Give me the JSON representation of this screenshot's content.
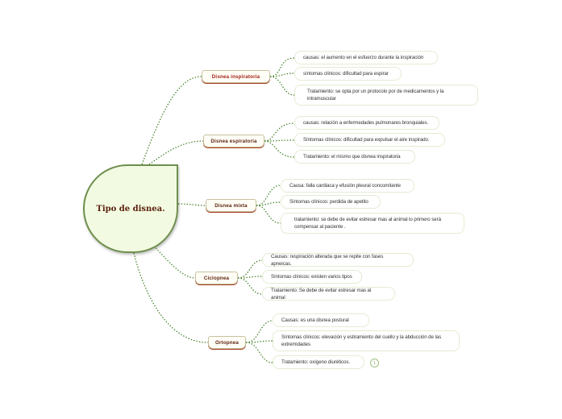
{
  "central": {
    "label": "Tipo de disnea."
  },
  "branches": [
    {
      "label": "Disnea inspiratoria",
      "leaves": [
        "causas: el aumento en el esfuerzo durante la inspiración",
        "síntomas clínicos: dificultad para espirar",
        "Tratamiento: se opta por un protocolo por de medicamentos y la intramuscular"
      ]
    },
    {
      "label": "Disnea espiratoria",
      "leaves": [
        "causas: relación a enfermedades pulmonares bronquiales.",
        "Síntomas clínicos: dificultad para expulsar el aire inspirado.",
        "Tratamiento: el mismo que disnea inspiratoria"
      ]
    },
    {
      "label": "Disnea mixta",
      "leaves": [
        "Causa: falla cardiaca y efusión pleural concomitante",
        "Síntomas clínicos: perdida de apetito",
        "tratamiento: se debe de evitar estresar mas al animal lo primero será compensar al paciente ."
      ]
    },
    {
      "label": "Ciclopnea",
      "leaves": [
        "Causas: respiración alterada que se repite con fases apneicas.",
        "Síntomas clínicos: existen varios tipos",
        "Tratamiento: Se debe de evitar estresar mas al animal"
      ]
    },
    {
      "label": "Ortopnea",
      "leaves": [
        "Causas: es una disnea postural",
        "Síntomas clínicos: elevación y estiramiento del cuello y la abducción de las extremidades",
        "Tratamiento: oxígeno diuréticos."
      ]
    }
  ],
  "badge": {
    "label": "1"
  },
  "colors": {
    "connector": "#3f7d23",
    "central_border": "#6f8f4e",
    "central_fill": "#f2fbe2",
    "branch_text": "#a31d14"
  }
}
